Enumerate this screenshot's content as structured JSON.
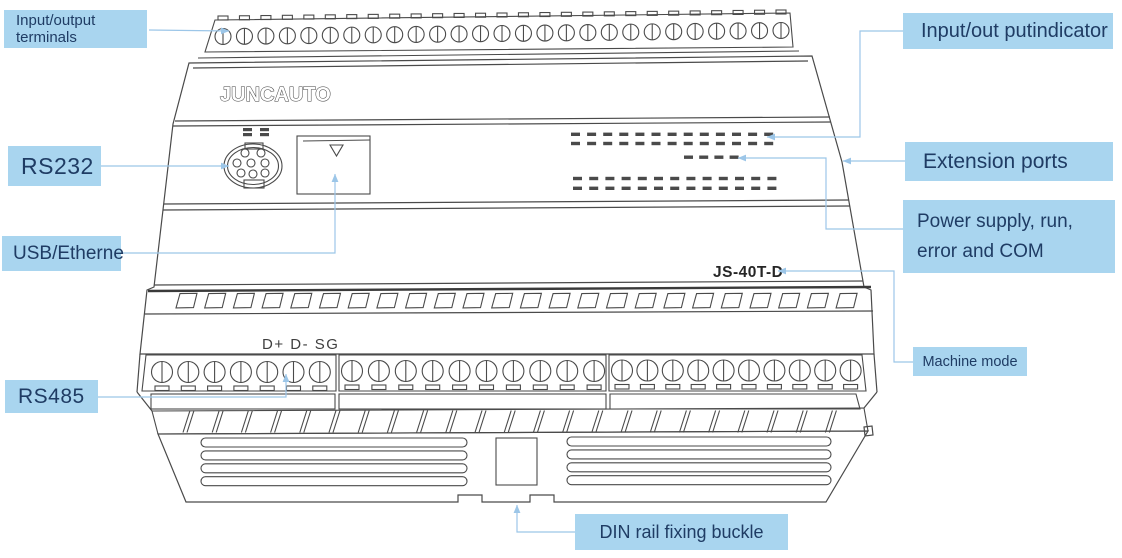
{
  "diagram": {
    "device": {
      "brand": "JUNCAUTO",
      "model": "JS-40T-D",
      "rs485_pin_labels": "D+ D- SG"
    },
    "callouts": {
      "io_terminals": "Input/output terminals",
      "rs232": "RS232",
      "usb_ethernet": "USB/Etherne",
      "rs485": "RS485",
      "io_indicator": "Input/out putindicator",
      "extension_ports": "Extension ports",
      "power_leds": "Power supply, run, error and COM",
      "machine_mode": "Machine mode",
      "din_buckle": "DIN rail fixing buckle"
    },
    "colors": {
      "callout_bg": "#A9D5EF",
      "callout_text": "#1F3C64",
      "leader_line": "#9CC6E8",
      "line_art": "#4A4A4A"
    }
  }
}
